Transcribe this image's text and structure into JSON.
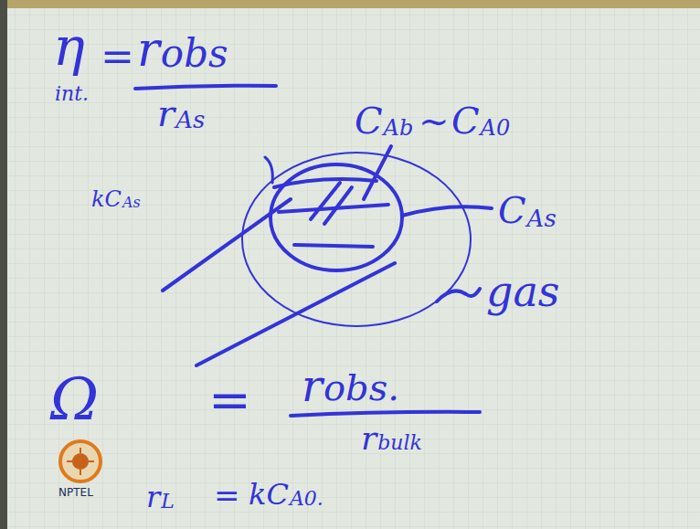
{
  "diagram": {
    "labels": [
      "η",
      "int.",
      "=",
      "r",
      "obs",
      "r",
      "As",
      "C",
      "Ab",
      "~",
      "C",
      "A0",
      "kC",
      "As",
      "C",
      "As",
      "gas",
      "Ω",
      "=",
      "r",
      "obs.",
      "r",
      "bulk",
      "r",
      "L",
      "=",
      "kC",
      "A0.",
      "NPTEL"
    ]
  }
}
